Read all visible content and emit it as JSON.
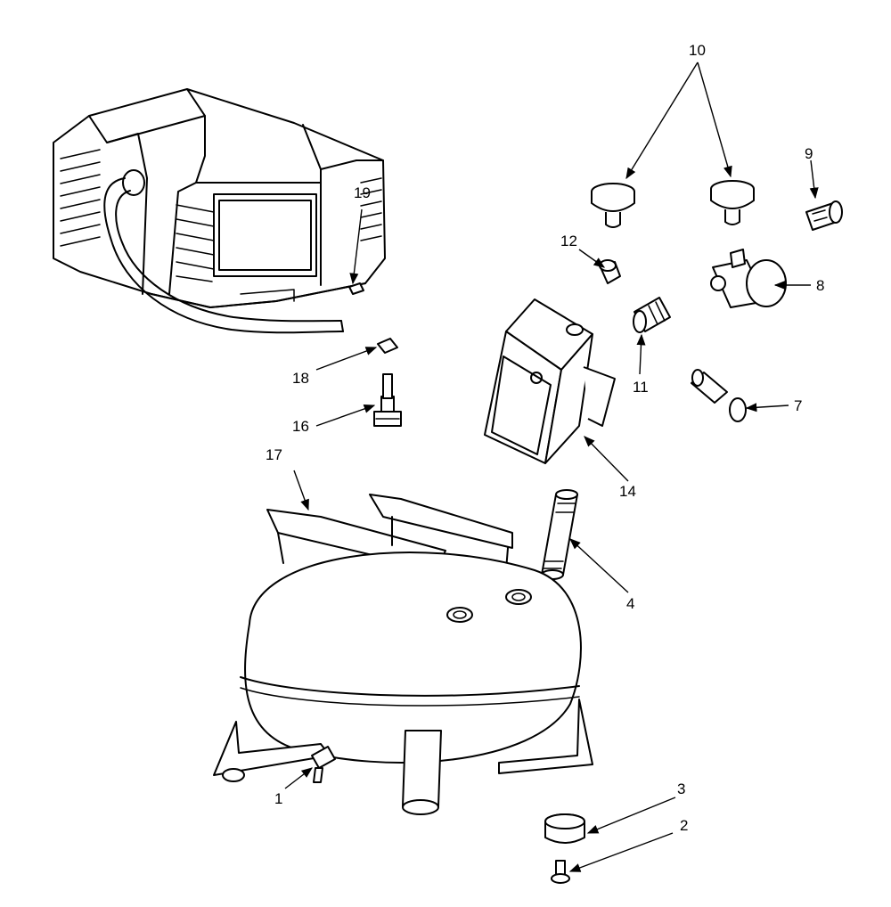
{
  "diagram": {
    "colors": {
      "line": "#000000",
      "background": "#ffffff"
    },
    "callouts": [
      {
        "id": "p1",
        "label": "1"
      },
      {
        "id": "p2",
        "label": "2"
      },
      {
        "id": "p3",
        "label": "3"
      },
      {
        "id": "p4",
        "label": "4"
      },
      {
        "id": "p7",
        "label": "7"
      },
      {
        "id": "p8",
        "label": "8"
      },
      {
        "id": "p9",
        "label": "9"
      },
      {
        "id": "p10",
        "label": "10"
      },
      {
        "id": "p11",
        "label": "11"
      },
      {
        "id": "p12",
        "label": "12"
      },
      {
        "id": "p14",
        "label": "14"
      },
      {
        "id": "p16",
        "label": "16"
      },
      {
        "id": "p17",
        "label": "17"
      },
      {
        "id": "p18",
        "label": "18"
      },
      {
        "id": "p19",
        "label": "19"
      }
    ]
  }
}
